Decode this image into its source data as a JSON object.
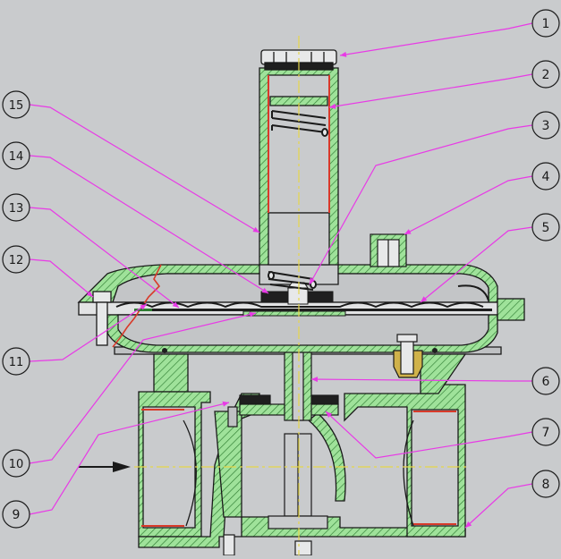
{
  "diagram": {
    "callouts": [
      {
        "label": "1"
      },
      {
        "label": "2"
      },
      {
        "label": "3"
      },
      {
        "label": "4"
      },
      {
        "label": "5"
      },
      {
        "label": "6"
      },
      {
        "label": "7"
      },
      {
        "label": "8"
      },
      {
        "label": "9"
      },
      {
        "label": "10"
      },
      {
        "label": "11"
      },
      {
        "label": "12"
      },
      {
        "label": "13"
      },
      {
        "label": "14"
      },
      {
        "label": "15"
      }
    ]
  },
  "colors": {
    "background": "#c9cbcd",
    "body_fill": "#9fe29a",
    "hatch": "#2f7d33",
    "outline": "#1a1a1a",
    "leader": "#e83ae6",
    "centerline": "#e6d64a",
    "gasket": "#d83a2a",
    "diaphragm": "#1f1f1f"
  }
}
